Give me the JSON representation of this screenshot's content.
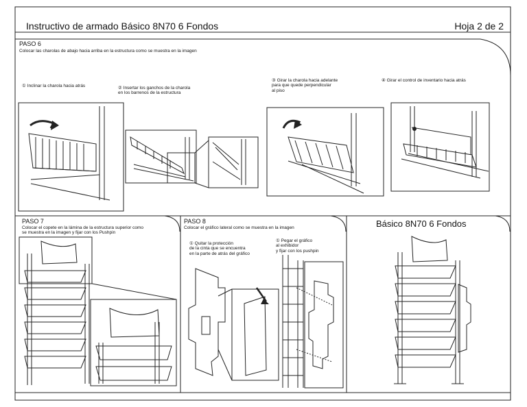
{
  "title": "Instructivo de armado Básico 8N70 6 Fondos",
  "sheet": "Hoja 2 de 2",
  "paso6": {
    "heading": "PASO 6",
    "instruction": "Colocar las charolas de abajo hacia arriba  en la estructura como se muestra en la imagen",
    "steps": [
      "① Inclinar la charola hacia atrás",
      "② Insertar los ganchos de la charola\n     en los barrenos de la estructura",
      "③ Girar la charola hacia adelante\n     para que quede perpendicular\n     al piso",
      "④ Girar el control de inventario hacia atrás"
    ]
  },
  "paso7": {
    "heading": "PASO 7",
    "instruction": "Colocar el copete en la lámina de la estructura superior como\nse muestra en la imagen y fijar con los Pushpin"
  },
  "paso8": {
    "heading": "PASO 8",
    "instruction": "Colocar el gráfico lateral como se muestra en la imagen",
    "steps": [
      "① Quitar la protección\n     de la cinta que se encuentra\n     en la parte de atrás del gráfico",
      "① Pegar el gráfico\n     al exhibidor\n     y fijar con los pushpin"
    ]
  },
  "final": {
    "title": "Básico 8N70 6 Fondos"
  }
}
